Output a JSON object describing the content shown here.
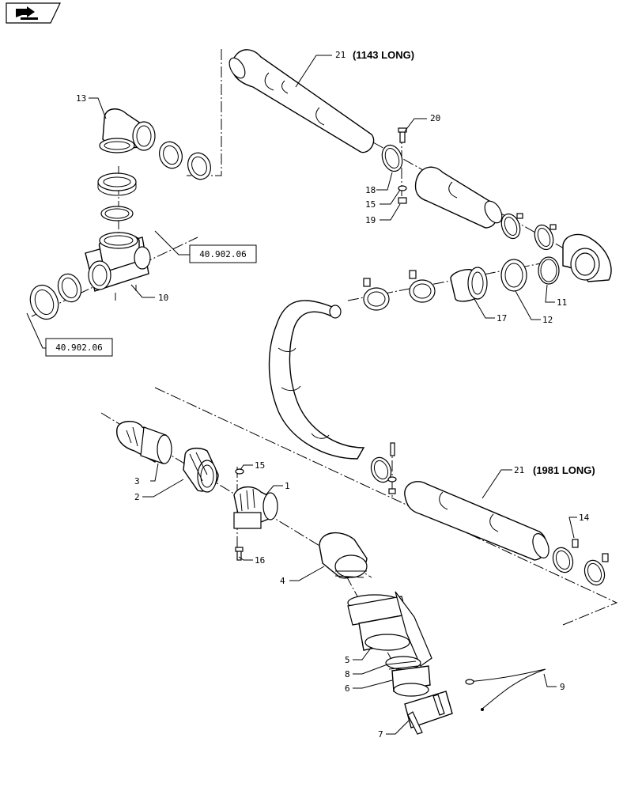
{
  "toolbar": {
    "icon": "next-page-icon"
  },
  "labels": {
    "p1": "1",
    "p2": "2",
    "p3": "3",
    "p4": "4",
    "p5": "5",
    "p6": "6",
    "p7": "7",
    "p8": "8",
    "p9": "9",
    "p10": "10",
    "p11": "11",
    "p12": "12",
    "p13": "13",
    "p14": "14",
    "p15a": "15",
    "p15b": "15",
    "p16": "16",
    "p17": "17",
    "p18": "18",
    "p19": "19",
    "p20": "20",
    "p21a": "21",
    "p21b": "21"
  },
  "notes": {
    "hose_top": "(1143 LONG)",
    "hose_bottom": "(1981 LONG)"
  },
  "refs": {
    "ref_a": "40.902.06",
    "ref_b": "40.902.06"
  }
}
